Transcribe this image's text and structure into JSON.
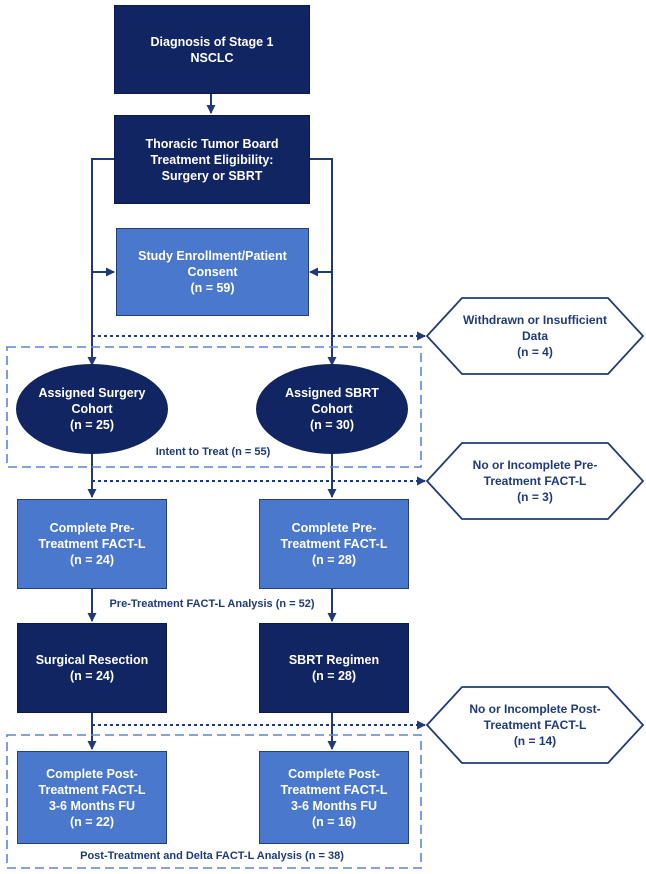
{
  "nodes": {
    "diagnosis": [
      "Diagnosis of Stage 1",
      "NSCLC"
    ],
    "tumor_board": [
      "Thoracic Tumor Board",
      "Treatment Eligibility:",
      "Surgery or SBRT"
    ],
    "enrollment": [
      "Study Enrollment/Patient",
      "Consent",
      "(n = 59)"
    ],
    "surgery_cohort": [
      "Assigned Surgery",
      "Cohort",
      "(n = 25)"
    ],
    "sbrt_cohort": [
      "Assigned SBRT",
      "Cohort",
      "(n = 30)"
    ],
    "pre_surgery": [
      "Complete Pre-",
      "Treatment FACT-L",
      "(n = 24)"
    ],
    "pre_sbrt": [
      "Complete Pre-",
      "Treatment FACT-L",
      "(n = 28)"
    ],
    "resection": [
      "Surgical Resection",
      "(n = 24)"
    ],
    "sbrt_regimen": [
      "SBRT Regimen",
      "(n = 28)"
    ],
    "post_surgery": [
      "Complete Post-",
      "Treatment FACT-L",
      "3-6 Months FU",
      "(n = 22)"
    ],
    "post_sbrt": [
      "Complete Post-",
      "Treatment FACT-L",
      "3-6 Months FU",
      "(n = 16)"
    ]
  },
  "exclusions": {
    "withdrawn": [
      "Withdrawn or Insufficient",
      "Data",
      "(n = 4)"
    ],
    "no_pre": [
      "No or Incomplete Pre-",
      "Treatment FACT-L",
      "(n = 3)"
    ],
    "no_post": [
      "No or Incomplete Post-",
      "Treatment FACT-L",
      "(n = 14)"
    ]
  },
  "group_labels": {
    "intent_to_treat": "Intent to Treat (n = 55)",
    "pre_analysis": "Pre-Treatment FACT-L Analysis (n = 52)",
    "post_analysis": "Post-Treatment and Delta FACT-L Analysis (n = 38)"
  },
  "colors": {
    "dark_navy": "#112562",
    "medium_blue": "#4a78cc",
    "connector": "#1f3a7a",
    "dashed_group": "#5a86d6"
  }
}
